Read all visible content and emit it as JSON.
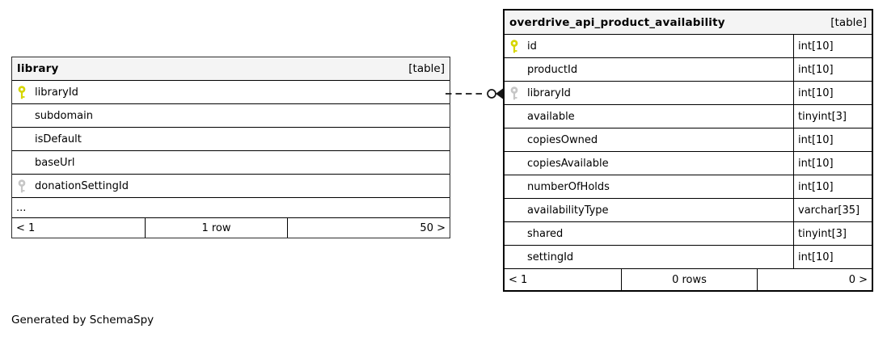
{
  "diagram": {
    "generator_note": "Generated by SchemaSpy"
  },
  "colors": {
    "primary_key_icon": "#d6d600",
    "foreign_key_icon": "#c6c6c6",
    "header_bg": "#f4f4f4",
    "table_border": "#000000",
    "connector": "#161616"
  },
  "relationship": {
    "style": "dashed",
    "from_table": "library",
    "from_column": "libraryId",
    "to_table": "overdrive_api_product_availability",
    "to_column": "libraryId",
    "end_markers": [
      "zero-circle",
      "crowsfoot-arrow"
    ]
  },
  "tables": [
    {
      "id": "library",
      "name": "library",
      "badge": "[table]",
      "show_types": false,
      "columns": [
        {
          "name": "libraryId",
          "key": "primary"
        },
        {
          "name": "subdomain",
          "key": null
        },
        {
          "name": "isDefault",
          "key": null
        },
        {
          "name": "baseUrl",
          "key": null
        },
        {
          "name": "donationSettingId",
          "key": "foreign"
        }
      ],
      "truncated_marker": "...",
      "paginator": {
        "prev": "< 1",
        "info": "1 row",
        "next": "50 >"
      }
    },
    {
      "id": "overdrive",
      "name": "overdrive_api_product_availability",
      "badge": "[table]",
      "show_types": true,
      "columns": [
        {
          "name": "id",
          "type": "int[10]",
          "key": "primary"
        },
        {
          "name": "productId",
          "type": "int[10]",
          "key": null
        },
        {
          "name": "libraryId",
          "type": "int[10]",
          "key": "foreign"
        },
        {
          "name": "available",
          "type": "tinyint[3]",
          "key": null
        },
        {
          "name": "copiesOwned",
          "type": "int[10]",
          "key": null
        },
        {
          "name": "copiesAvailable",
          "type": "int[10]",
          "key": null
        },
        {
          "name": "numberOfHolds",
          "type": "int[10]",
          "key": null
        },
        {
          "name": "availabilityType",
          "type": "varchar[35]",
          "key": null
        },
        {
          "name": "shared",
          "type": "tinyint[3]",
          "key": null
        },
        {
          "name": "settingId",
          "type": "int[10]",
          "key": null
        }
      ],
      "paginator": {
        "prev": "< 1",
        "info": "0 rows",
        "next": "0 >"
      }
    }
  ]
}
